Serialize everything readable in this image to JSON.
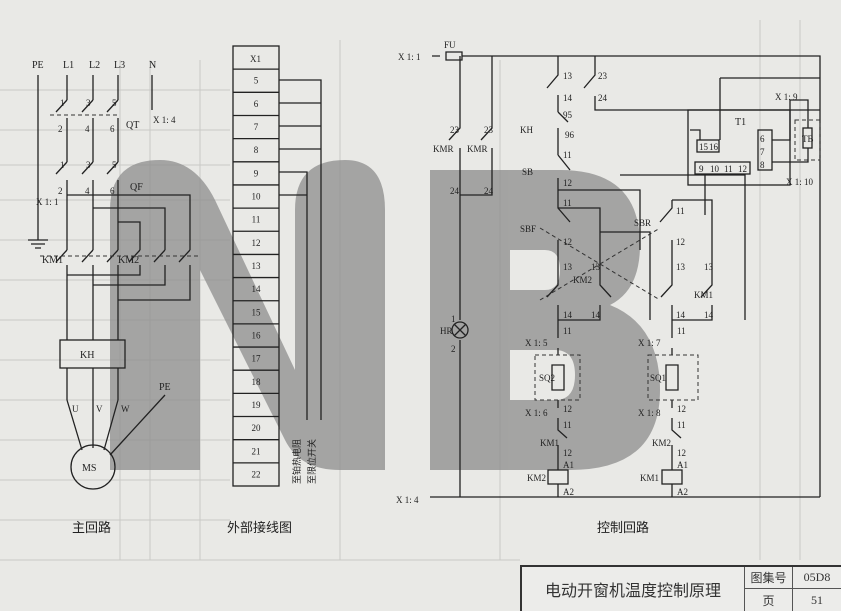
{
  "watermark": {
    "text": "NB",
    "color": "#8c8c8c"
  },
  "main_circuit": {
    "title": "主回路",
    "labels": [
      "PE",
      "L1",
      "L2",
      "L3",
      "N",
      "X 1: 4",
      "QT",
      "QF",
      "X 1: 1",
      "KM1",
      "KM2",
      "KH",
      "U",
      "V",
      "W",
      "PE",
      "MS",
      "1",
      "3",
      "5",
      "2",
      "4",
      "6",
      "1",
      "3",
      "5",
      "2",
      "4",
      "6"
    ]
  },
  "terminal_strip": {
    "title": "外部接线图",
    "header": "X1",
    "terminals": [
      "5",
      "6",
      "7",
      "8",
      "9",
      "10",
      "11",
      "12",
      "13",
      "14",
      "15",
      "16",
      "17",
      "18",
      "19",
      "20",
      "21",
      "22"
    ],
    "note_rtd": "至铂热电阻",
    "note_limit": "至限位开关"
  },
  "control_circuit": {
    "title": "控制回路",
    "labels": [
      "X 1: 1",
      "FU",
      "KMR",
      "KMR",
      "23",
      "23",
      "24",
      "24",
      "HR",
      "13",
      "14",
      "23",
      "24",
      "KH",
      "95",
      "96",
      "SB",
      "11",
      "12",
      "SBF",
      "11",
      "12",
      "SBR",
      "11",
      "12",
      "KM2",
      "13",
      "14",
      "KM1",
      "13",
      "14",
      "X 1: 5",
      "SQ2",
      "X 1: 6",
      "X 1: 7",
      "SQ1",
      "X 1: 8",
      "KM1",
      "11",
      "12",
      "KM2",
      "11",
      "12",
      "KM2",
      "A1",
      "A2",
      "KM1",
      "A1",
      "A2",
      "X 1: 4",
      "T1",
      "X 1: 9",
      "X 1: 10",
      "TB",
      "15",
      "16",
      "9",
      "10",
      "11",
      "12",
      "8",
      "7",
      "6",
      "1",
      "2",
      "11",
      "12",
      "11",
      "12",
      "13",
      "13",
      "14",
      "14"
    ]
  },
  "title_block": {
    "title": "电动开窗机温度控制原理",
    "atlas_label": "图集号",
    "atlas_no": "05D8",
    "page_label": "页",
    "page_no": "51"
  }
}
